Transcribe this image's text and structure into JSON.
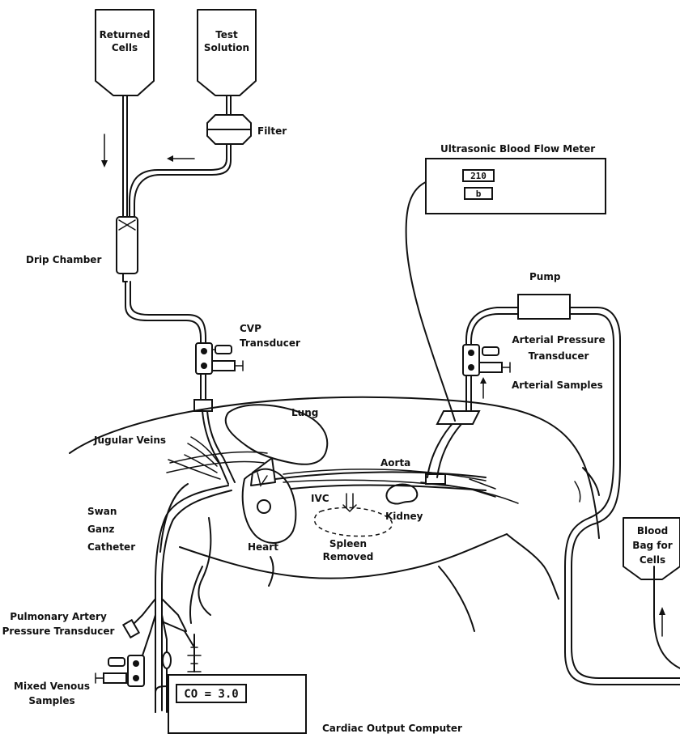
{
  "labels": {
    "returned_cells": [
      "Returned",
      "Cells"
    ],
    "test_solution": [
      "Test",
      "Solution"
    ],
    "filter": "Filter",
    "drip_chamber": "Drip Chamber",
    "cvp_transducer": [
      "CVP",
      "Transducer"
    ],
    "lung": "Lung",
    "jugular_veins": "Jugular Veins",
    "aorta": "Aorta",
    "ivc": "IVC",
    "kidney": "Kidney",
    "heart": "Heart",
    "spleen_removed": [
      "Spleen",
      "Removed"
    ],
    "swan_ganz_catheter": [
      "Swan",
      "Ganz",
      "Catheter"
    ],
    "pulmonary_artery_pressure_transducer": [
      "Pulmonary Artery",
      "Pressure Transducer"
    ],
    "mixed_venous_samples": [
      "Mixed Venous",
      "Samples"
    ],
    "cardiac_output_computer": "Cardiac Output Computer",
    "ultrasonic_blood_flow_meter": "Ultrasonic Blood Flow Meter",
    "pump": "Pump",
    "arterial_pressure_transducer": [
      "Arterial Pressure",
      "Transducer"
    ],
    "arterial_samples": "Arterial Samples",
    "blood_bag_for_cells": [
      "Blood",
      "Bag for",
      "Cells"
    ]
  },
  "displays": {
    "flow_meter_value": "210",
    "flow_meter_unit": "b",
    "co_readout": "CO = 3.0"
  }
}
